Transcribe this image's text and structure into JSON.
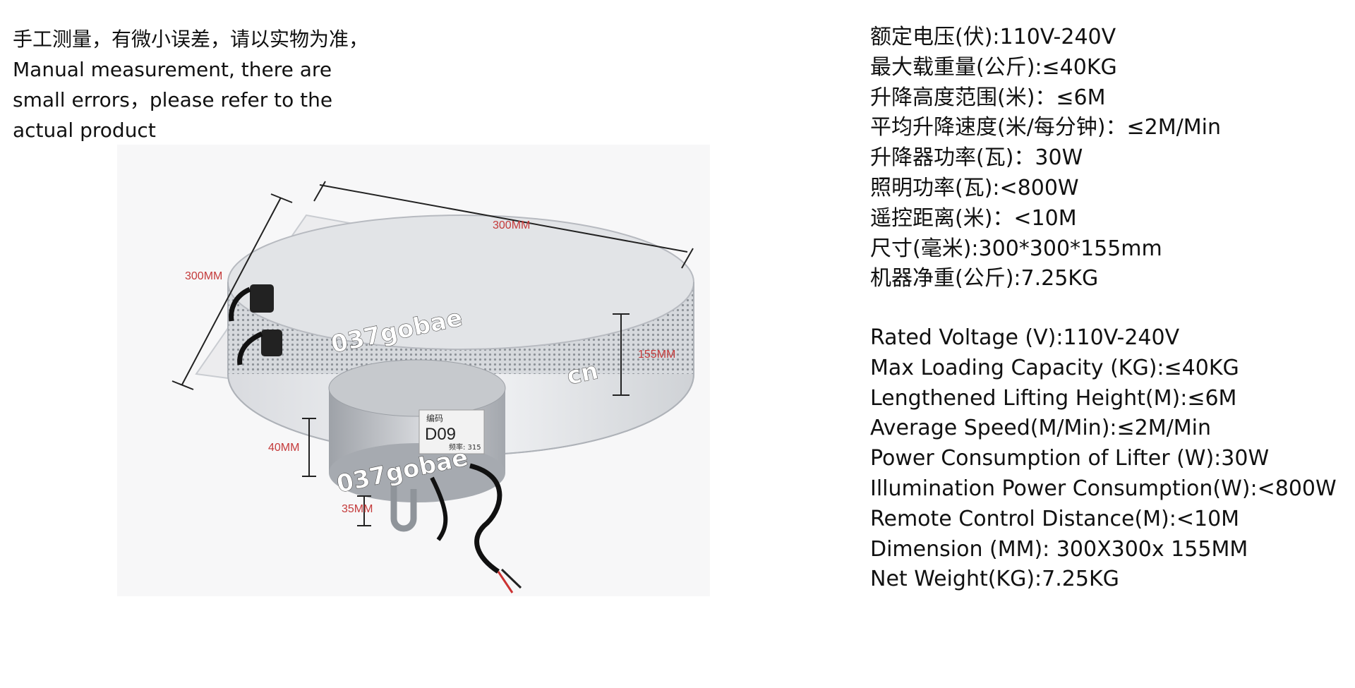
{
  "note": {
    "zh": "手工测量，有微小误差，请以实物为准，",
    "en_lines": [
      "Manual measurement, there are",
      "small errors，please refer to the",
      "actual product"
    ]
  },
  "photo": {
    "label_width": "300MM",
    "label_depth": "300MM",
    "label_height_side": "155MM",
    "label_motor_height": "40MM",
    "label_bracket": "35MM",
    "motor_code_label": "编码",
    "motor_code": "D09",
    "motor_sub": "频率: 315",
    "watermark_1": "037gobae",
    "watermark_2": "037gobae",
    "watermark_3": "cn"
  },
  "specs_cn": [
    "额定电压(伏):110V-240V",
    "最大载重量(公斤):≤40KG",
    "升降高度范围(米)：≤6M",
    "平均升降速度(米/每分钟)：≤2M/Min",
    "升降器功率(瓦)：30W",
    "照明功率(瓦):<800W",
    "遥控距离(米)：<10M",
    "尺寸(毫米):300*300*155mm",
    "机器净重(公斤):7.25KG"
  ],
  "specs_en": [
    "Rated Voltage (V):110V-240V",
    "Max Loading Capacity (KG):≤40KG",
    "Lengthened Lifting Height(M):≤6M",
    "Average Speed(M/Min):≤2M/Min",
    "Power Consumption of Lifter (W):30W",
    "Illumination Power Consumption(W):<800W",
    "Remote Control Distance(M):<10M",
    "Dimension (MM): 300X300x 155MM",
    "Net Weight(KG):7.25KG"
  ],
  "colors": {
    "dimension_label": "#c43a3a",
    "plate": "#ececee",
    "mesh": "#c9ccd0",
    "motor": "#b9bcc1"
  }
}
